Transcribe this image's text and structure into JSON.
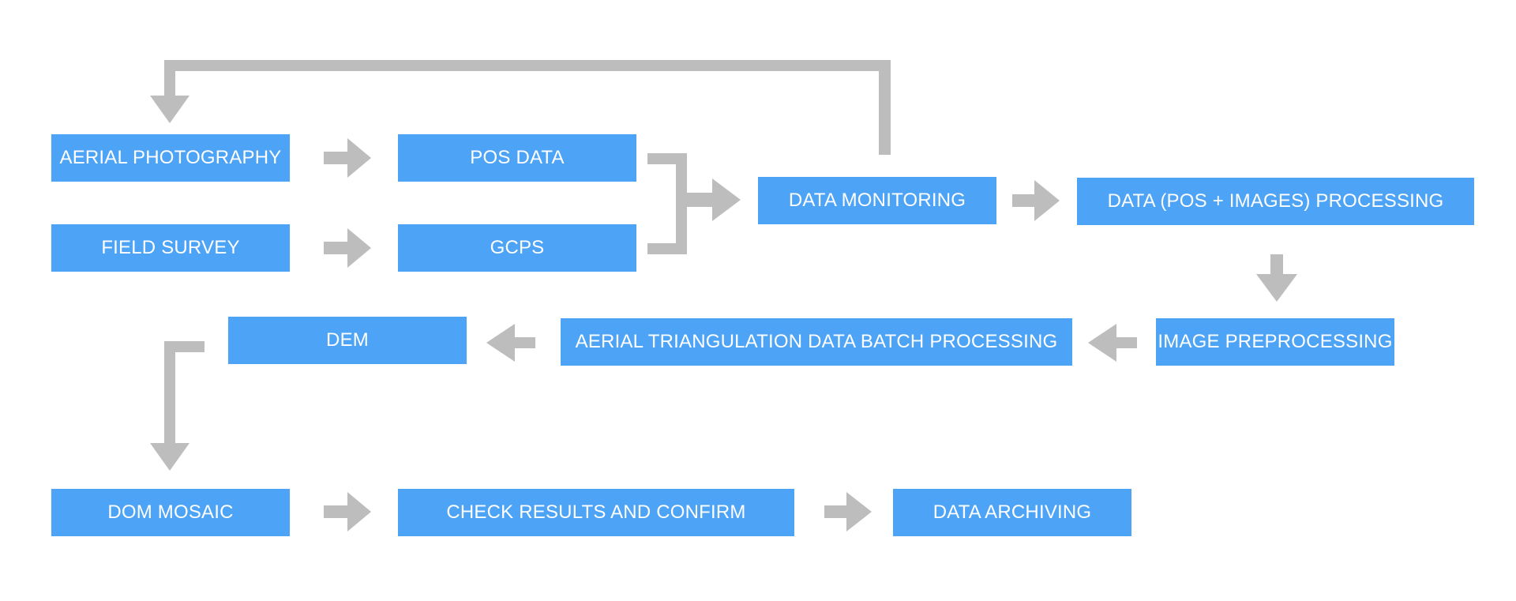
{
  "diagram": {
    "colors": {
      "node_fill": "#4da3f5",
      "node_text": "#ffffff",
      "arrow": "#bdbdbd",
      "background": "#ffffff"
    },
    "nodes": [
      {
        "id": "aerial-photography",
        "label": "AERIAL PHOTOGRAPHY"
      },
      {
        "id": "pos-data",
        "label": "POS DATA"
      },
      {
        "id": "field-survey",
        "label": "FIELD SURVEY"
      },
      {
        "id": "gcps",
        "label": "GCPS"
      },
      {
        "id": "data-monitoring",
        "label": "DATA MONITORING"
      },
      {
        "id": "data-processing",
        "label": "DATA (POS + IMAGES) PROCESSING"
      },
      {
        "id": "image-preprocessing",
        "label": "IMAGE PREPROCESSING"
      },
      {
        "id": "aerial-triangulation",
        "label": "AERIAL TRIANGULATION DATA BATCH PROCESSING"
      },
      {
        "id": "dem",
        "label": "DEM"
      },
      {
        "id": "dom-mosaic",
        "label": "DOM MOSAIC"
      },
      {
        "id": "check-results",
        "label": "CHECK RESULTS AND CONFIRM"
      },
      {
        "id": "data-archiving",
        "label": "DATA ARCHIVING"
      }
    ],
    "edges": [
      {
        "from": "aerial-photography",
        "to": "pos-data"
      },
      {
        "from": "field-survey",
        "to": "gcps"
      },
      {
        "from": "pos-data",
        "to": "data-monitoring"
      },
      {
        "from": "gcps",
        "to": "data-monitoring"
      },
      {
        "from": "data-monitoring",
        "to": "aerial-photography"
      },
      {
        "from": "data-monitoring",
        "to": "data-processing"
      },
      {
        "from": "data-processing",
        "to": "image-preprocessing"
      },
      {
        "from": "image-preprocessing",
        "to": "aerial-triangulation"
      },
      {
        "from": "aerial-triangulation",
        "to": "dem"
      },
      {
        "from": "dem",
        "to": "dom-mosaic"
      },
      {
        "from": "dom-mosaic",
        "to": "check-results"
      },
      {
        "from": "check-results",
        "to": "data-archiving"
      }
    ]
  }
}
